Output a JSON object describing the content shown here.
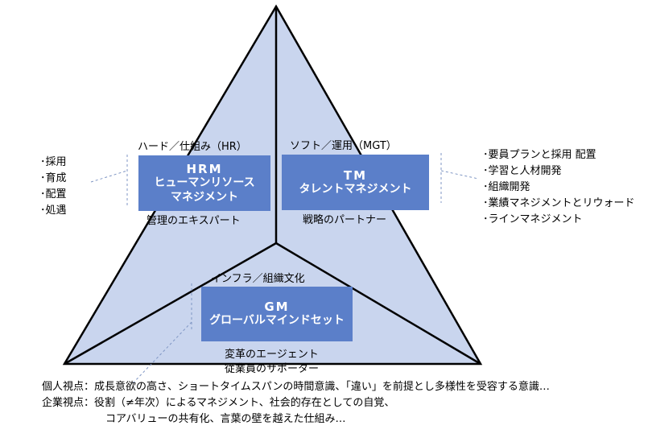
{
  "hrm": {
    "caption": "ハード／仕組み（HR）",
    "abbr": "HRM",
    "name_line1": "ヒューマンリソース",
    "name_line2": "マネジメント",
    "role": "管理のエキスパート",
    "items": [
      "･採用",
      "･育成",
      "･配置",
      "･処遇"
    ]
  },
  "tm": {
    "caption": "ソフト／運用（MGT）",
    "abbr": "TM",
    "name": "タレントマネジメント",
    "role": "戦略のパートナー",
    "items": [
      "･要員プランと採用 配置",
      "･学習と人材開発",
      "･組織開発",
      "･業績マネジメントとリウォード",
      "･ラインマネジメント"
    ]
  },
  "gm": {
    "caption": "インフラ／組織文化",
    "abbr": "GM",
    "name": "グローバルマインドセット",
    "role_line1": "変革のエージェント",
    "role_line2": "従業員のサポーター"
  },
  "footer": {
    "line1_label": "個人視点：",
    "line1_text": "成長意欲の高さ、ショートタイムスパンの時間意識、「違い」を前提とし多様性を受容する意識…",
    "line2_label": "企業視点：",
    "line2_text": "役割（≠年次）によるマネジメント、社会的存在としての自覚、",
    "line3_text": "コアバリューの共有化、言葉の壁を越えた仕組み…"
  },
  "colors": {
    "triangle_fill": "#c9d5ee",
    "box_fill": "#5b7fc9",
    "line": "#000000"
  }
}
